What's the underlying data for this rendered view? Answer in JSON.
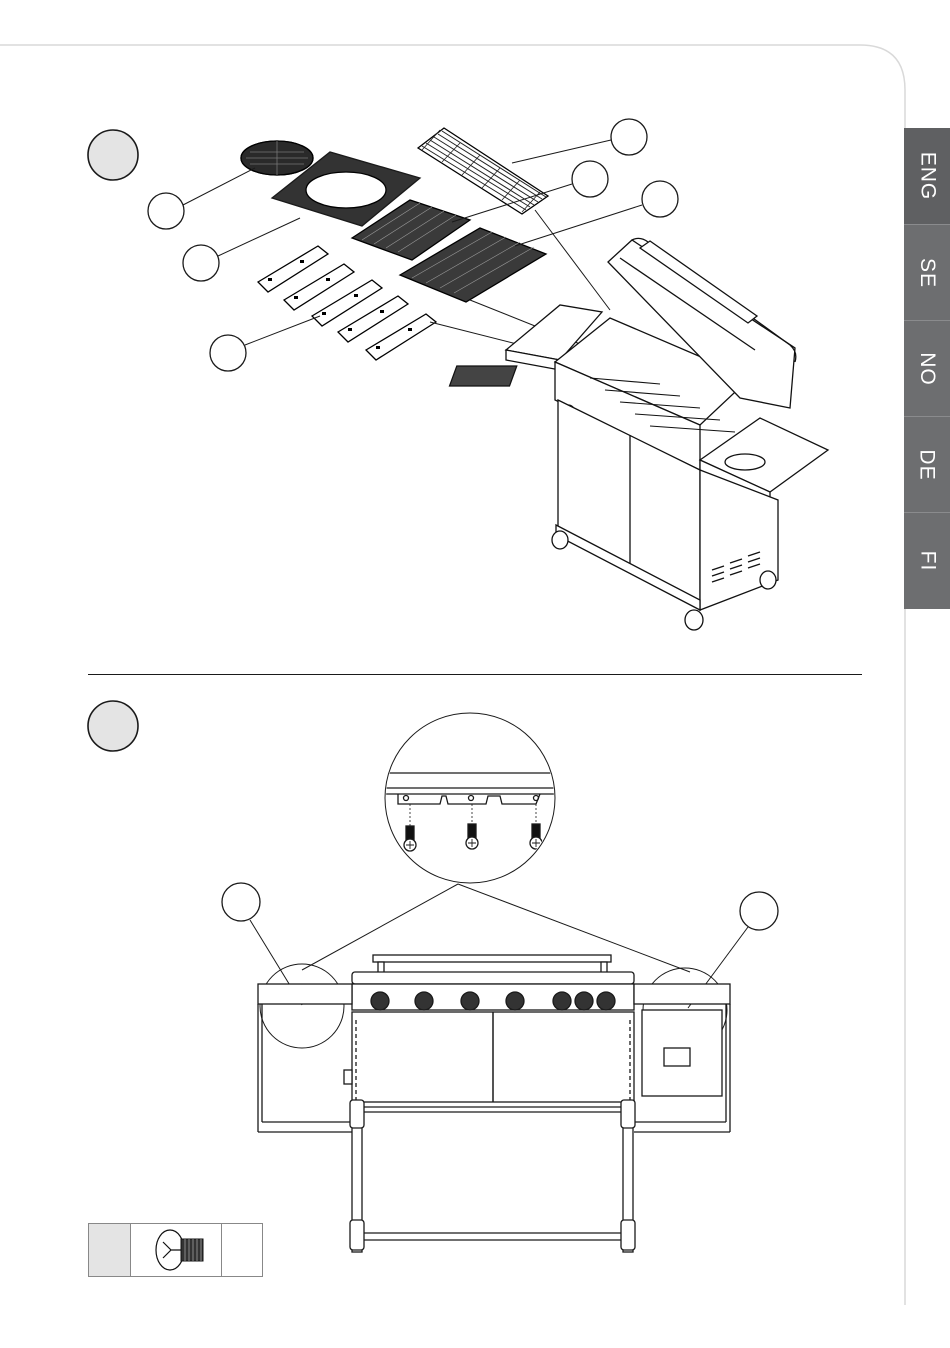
{
  "language_tabs": [
    {
      "label": "ENG",
      "active": true
    },
    {
      "label": "SE",
      "active": false
    },
    {
      "label": "NO",
      "active": false
    },
    {
      "label": "DE",
      "active": false
    },
    {
      "label": "FI",
      "active": false
    }
  ],
  "steps": [
    {
      "number": ""
    },
    {
      "number": ""
    }
  ],
  "parts_table": {
    "quantity": "",
    "code": "",
    "icon": "screw-icon"
  },
  "colors": {
    "tab_background": "#6d6e70",
    "step_circle_fill": "#e4e4e4",
    "line": "#1a1a1a"
  }
}
